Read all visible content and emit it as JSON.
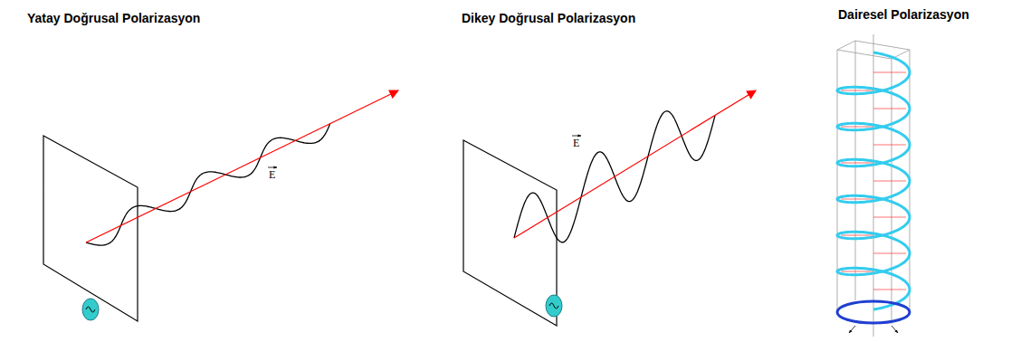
{
  "diagram": {
    "labels": [
      "Yatay Doğrusal Polarizasyon",
      "Dikey Doğrusal Polarizasyon",
      "Dairesel Polarizasyon",
      "E",
      "E"
    ]
  }
}
